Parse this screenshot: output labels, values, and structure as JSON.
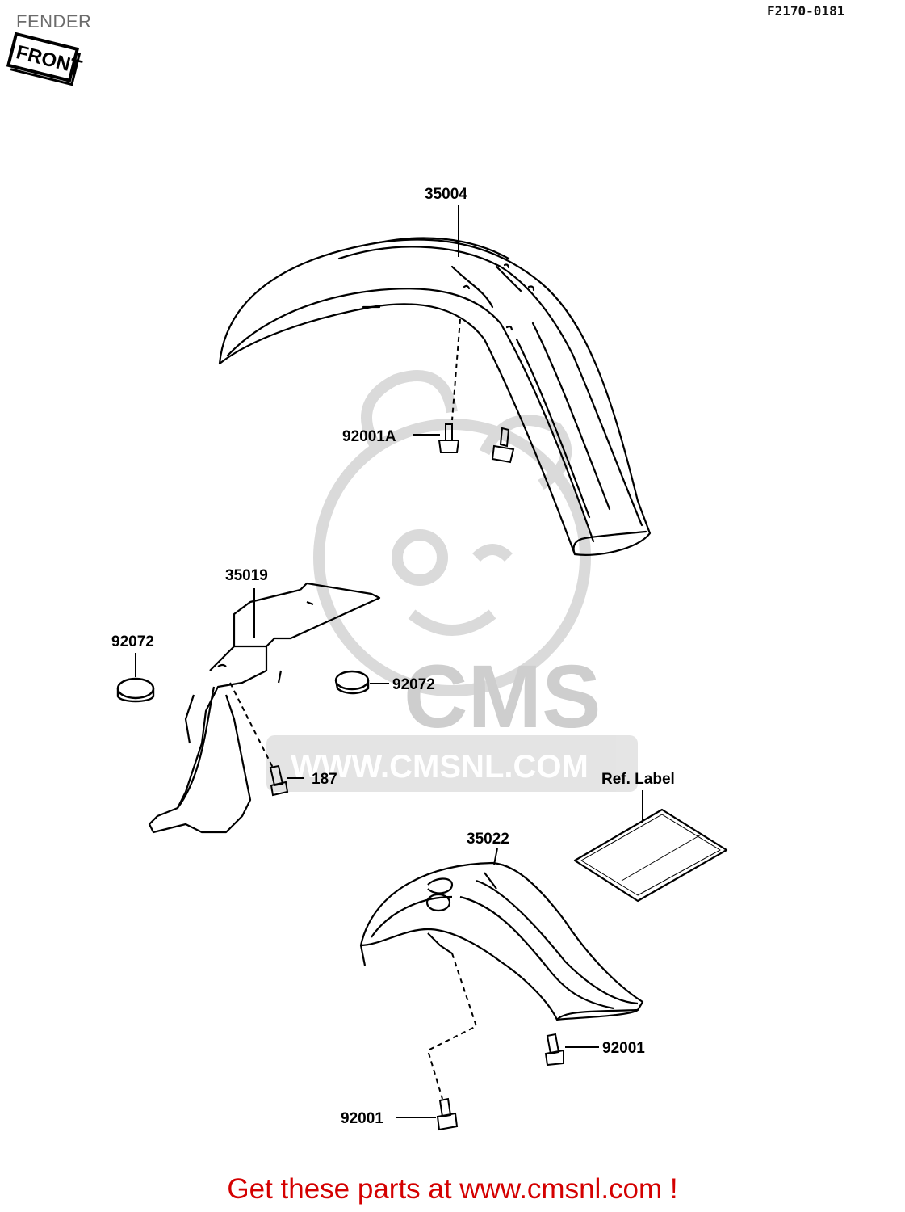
{
  "page": {
    "title": "FENDER",
    "figure_code": "F2170-0181",
    "footer": "Get these parts at www.cmsnl.com !"
  },
  "orientation_stamp": "FRONT",
  "watermark": {
    "brand": "CMS",
    "url": "WWW.CMSNL.COM",
    "color": "#c9c9c9"
  },
  "callouts": [
    {
      "id": "front-fender",
      "label": "35004"
    },
    {
      "id": "front-fender-bolt",
      "label": "92001A"
    },
    {
      "id": "mud-guard",
      "label": "35019"
    },
    {
      "id": "clamp-left",
      "label": "92072"
    },
    {
      "id": "clamp-right",
      "label": "92072"
    },
    {
      "id": "mud-guard-screw",
      "label": "187"
    },
    {
      "id": "ref-label",
      "label": "Ref. Label"
    },
    {
      "id": "rear-fender",
      "label": "35022"
    },
    {
      "id": "rear-fender-bolt-right",
      "label": "92001"
    },
    {
      "id": "rear-fender-bolt-bottom",
      "label": "92001"
    }
  ],
  "colors": {
    "line": "#000000",
    "footer_text": "#d40000",
    "title_text": "#6b6b6b"
  }
}
